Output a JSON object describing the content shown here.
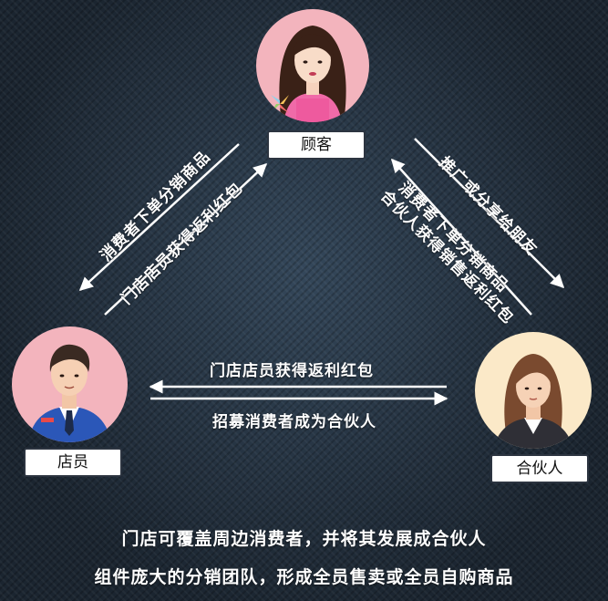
{
  "nodes": {
    "customer": {
      "label": "顾客"
    },
    "clerk": {
      "label": "店员"
    },
    "partner": {
      "label": "合伙人"
    }
  },
  "flows": {
    "left_outer": "消费者下单分销商品",
    "left_inner": "门店店员获得返利红包",
    "right_outer": "推广或分享给朋友",
    "right_mid": "消费者下单分销商品",
    "right_inner": "合伙人获得销售返利红包",
    "bottom_top": "门店店员获得返利红包",
    "bottom_bottom": "招募消费者成为合伙人"
  },
  "footer": {
    "line1": "门店可覆盖周边消费者，并将其发展成合伙人",
    "line2": "组件庞大的分销团队，形成全员售卖或全员自购商品"
  }
}
